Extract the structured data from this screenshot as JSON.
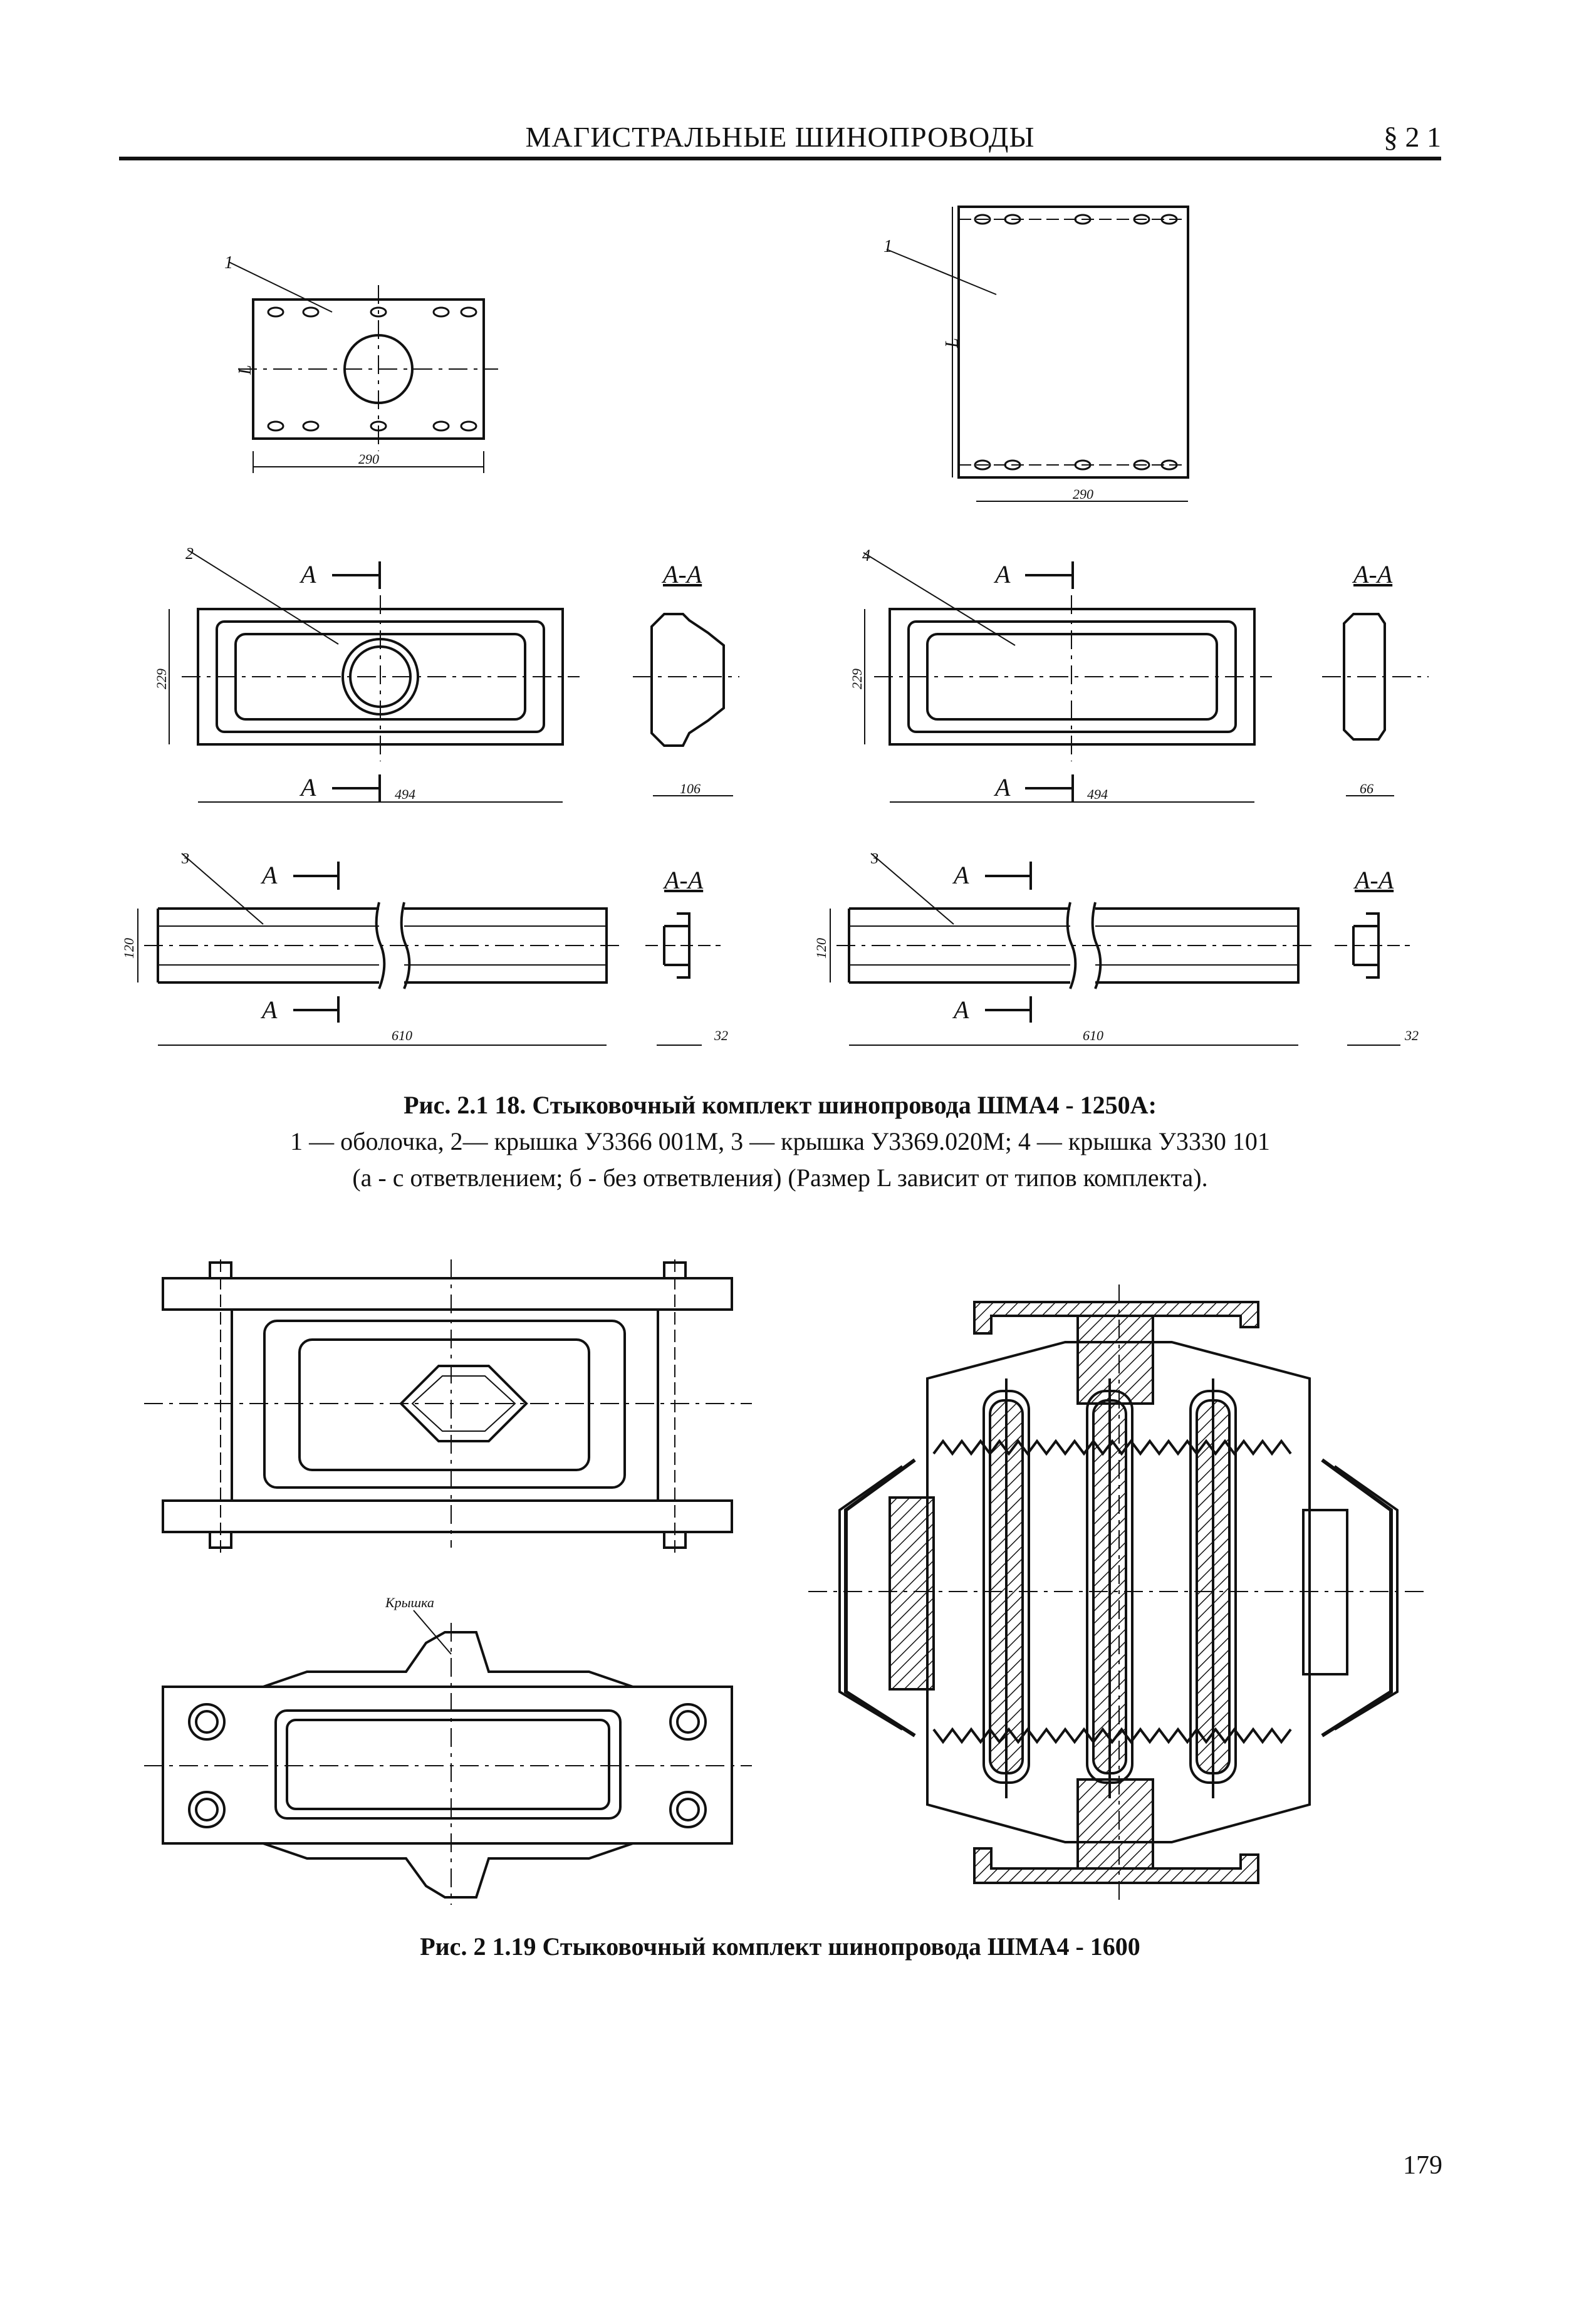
{
  "header": {
    "title": "МАГИСТРАЛЬНЫЕ ШИНОПРОВОДЫ",
    "section": "§ 2 1"
  },
  "figure1": {
    "labels": {
      "n1": "1",
      "n2": "2",
      "n3": "3",
      "n4": "4",
      "L": "L",
      "section_A": "A",
      "section_AA": "A-A"
    },
    "dims": {
      "d290": "290",
      "d229": "229",
      "d494": "494",
      "d106": "106",
      "d66": "66",
      "d120": "120",
      "d610": "610",
      "d32": "32"
    },
    "caption": {
      "line1": "Рис. 2.1 18. Стыковочный комплект шинопровода ШМА4 - 1250А:",
      "line2": "1 — оболочка, 2— крышка У3366 001М, 3 — крышка У3369.020М; 4 — крышка У3330 101",
      "line3": "(а - с ответвлением; б - без ответвления) (Размер L зависит от типов комплекта)."
    }
  },
  "figure2": {
    "labels": {
      "cover": "Крышка"
    },
    "caption": "Рис. 2 1.19 Стыковочный комплект шинопровода ШМА4 - 1600"
  },
  "page_number": "179"
}
